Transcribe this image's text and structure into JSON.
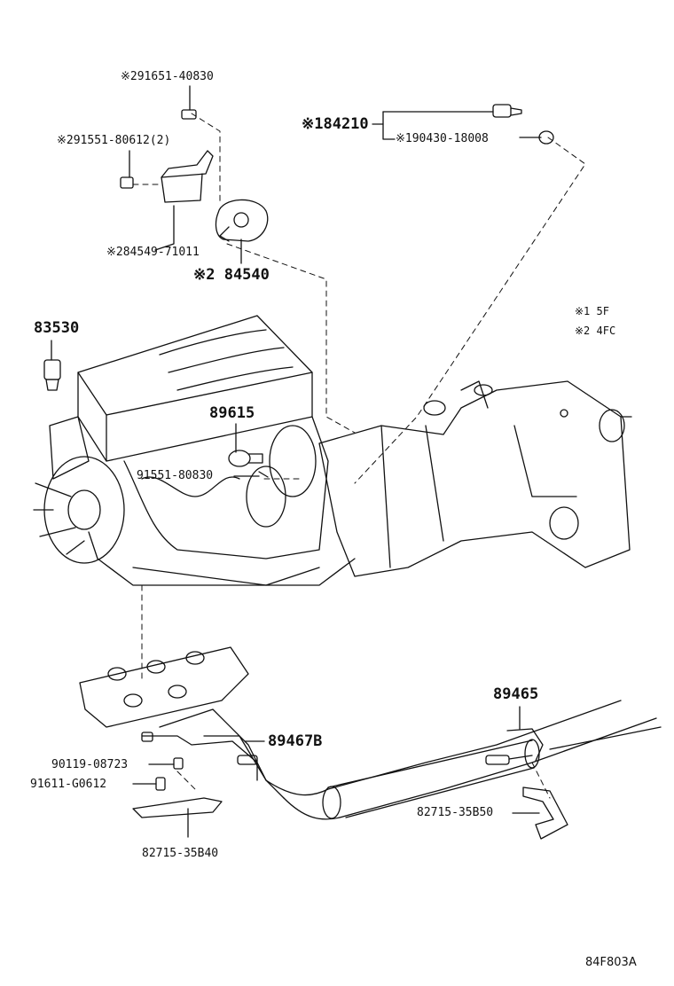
{
  "callouts": {
    "p91651": "※291651-40830",
    "p84210": "※184210",
    "p90430": "※190430-18008",
    "p91551a": "※291551-80612(2)",
    "p84549": "※284549-71011",
    "p84540": "※2 84540",
    "p83530": "83530",
    "p89615": "89615",
    "p91551b": "91551-80830",
    "p89465": "89465",
    "p89467": "89467B",
    "p90119": "90119-08723",
    "p91611": "91611-G0612",
    "p82715b50": "82715-35B50",
    "p82715b40": "82715-35B40"
  },
  "notes": {
    "n1": "※1 5F",
    "n2": "※2 4FC"
  },
  "diagram_code": "84F803A"
}
